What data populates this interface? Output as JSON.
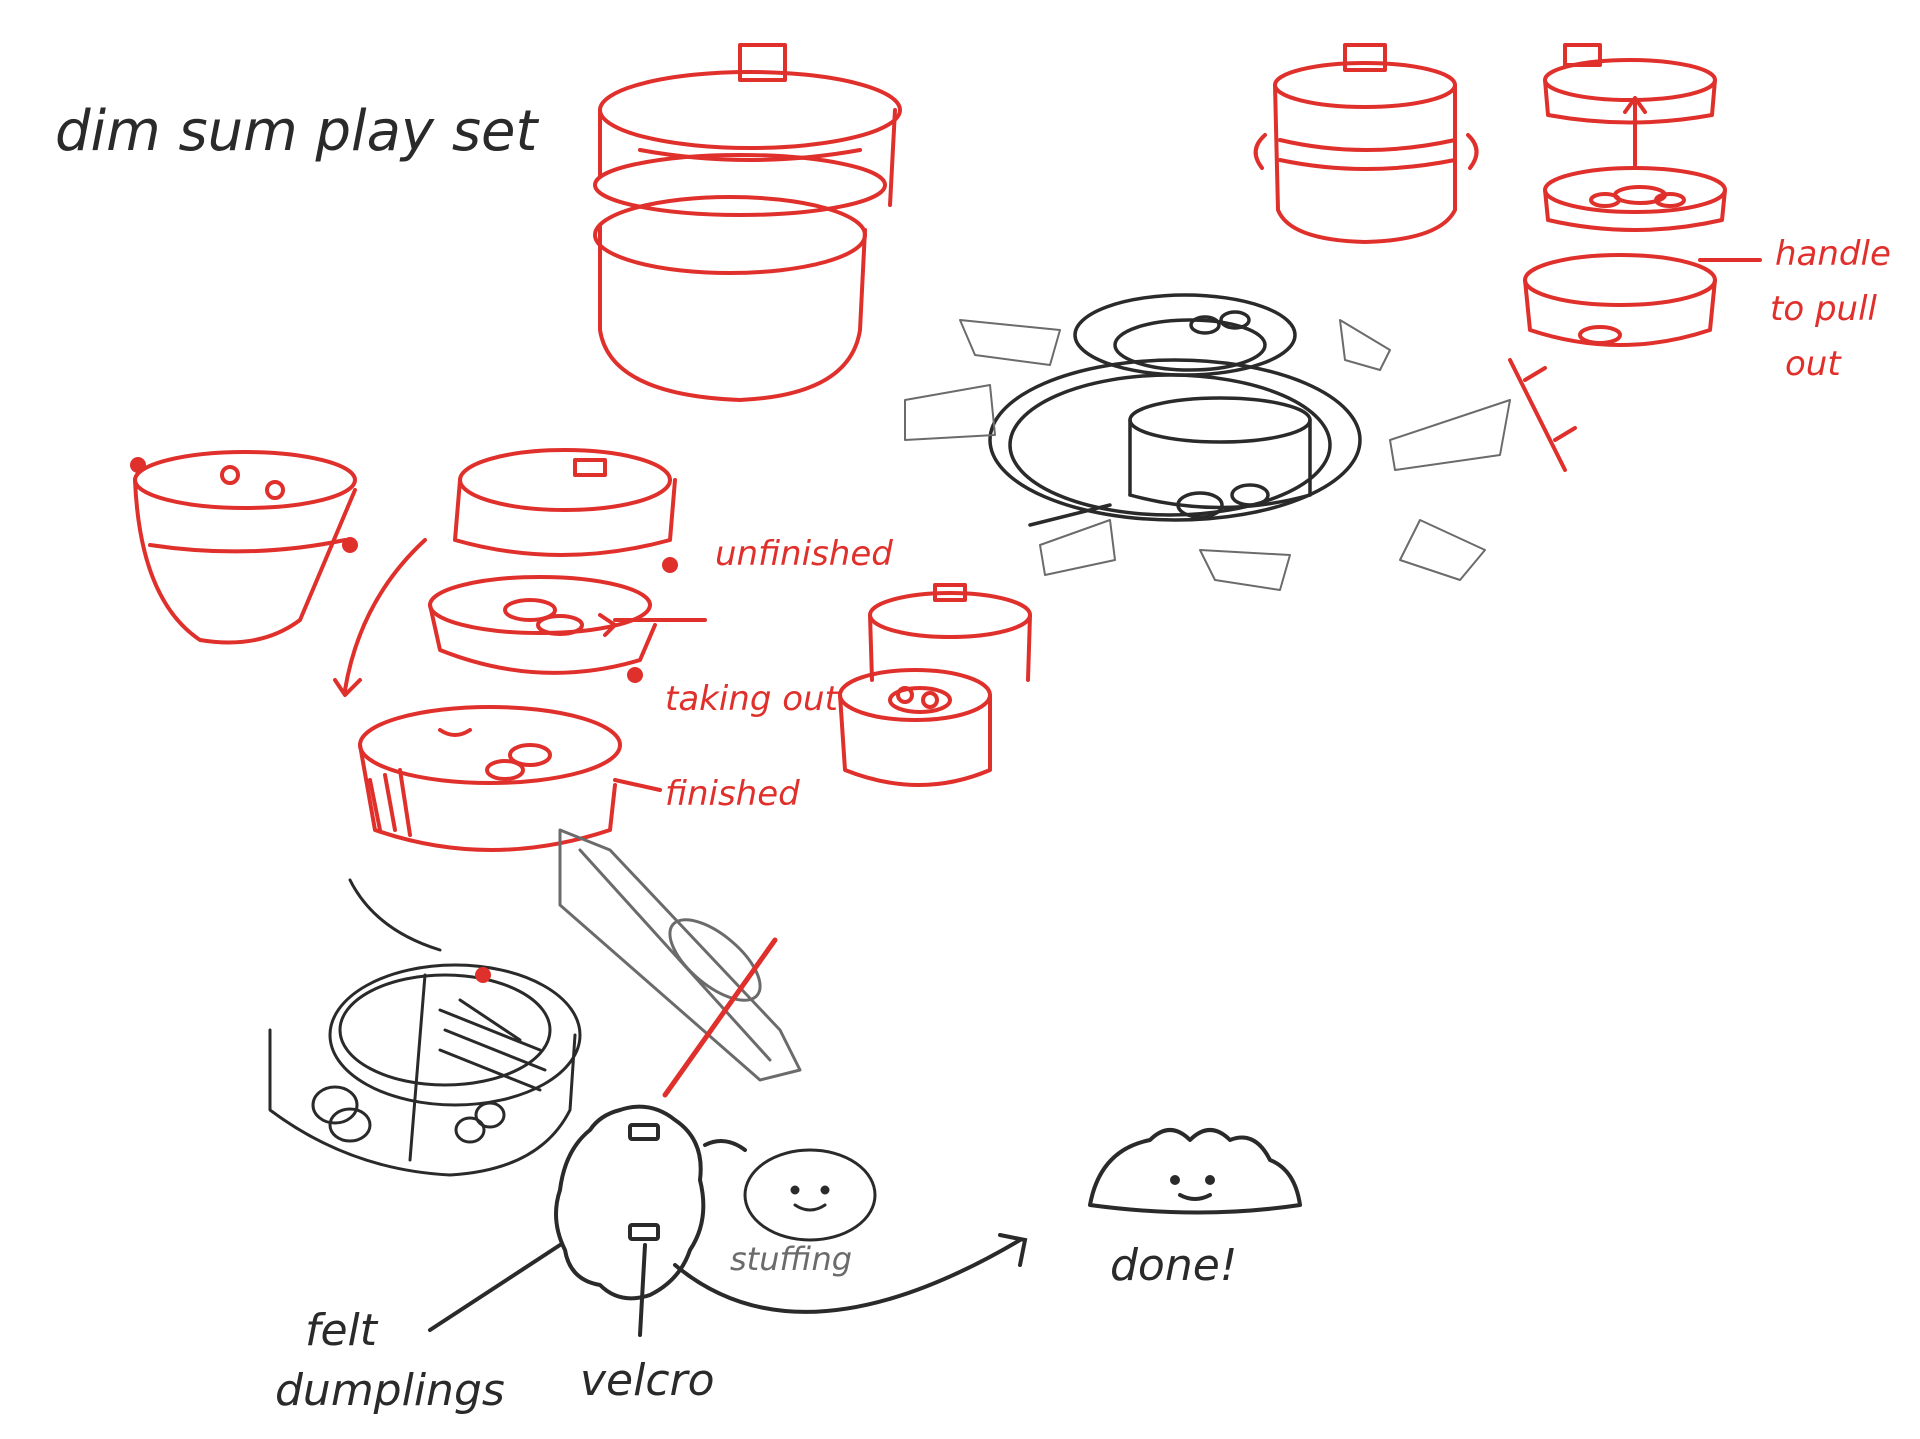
{
  "title": "dim sum play set",
  "labels": {
    "unfinished": "unfinished",
    "taking_out": "taking out",
    "finished": "finished",
    "handle_line1": "handle",
    "handle_line2": "to pull",
    "handle_line3": "out",
    "stuffing": "stuffing",
    "done": "done!",
    "felt_line1": "felt",
    "felt_line2": "dumplings",
    "velcro": "velcro"
  },
  "colors": {
    "red_ink": "#e0302c",
    "black_ink": "#2a2a2a",
    "gray_ink": "#6b6b6b",
    "paper": "#ffffff"
  }
}
